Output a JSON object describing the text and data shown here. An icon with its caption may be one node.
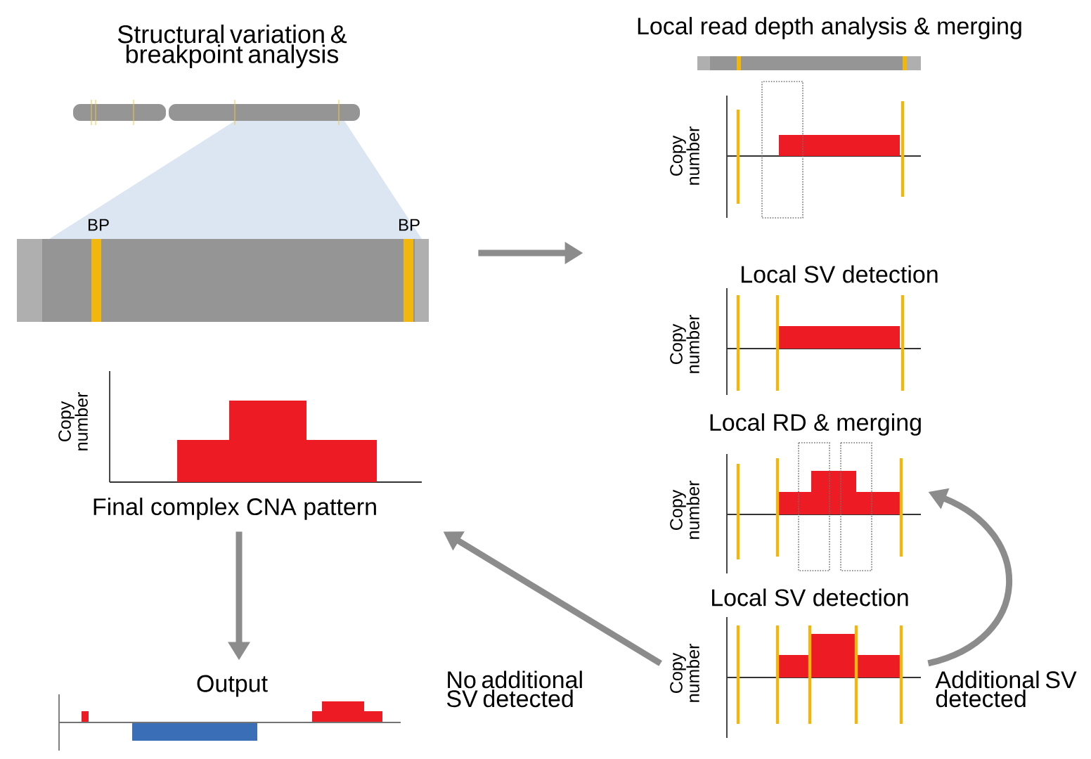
{
  "diagram": {
    "nodes": [
      {
        "text": [
          "Structural variation & breakpoint analysis"
        ]
      },
      {
        "text": [
          "Local read depth analysis & merging",
          "Copy number"
        ]
      },
      {
        "text": [
          "Local SV detection",
          "Copy number"
        ]
      },
      {
        "text": [
          "Local RD & merging",
          "Copy number"
        ]
      },
      {
        "text": [
          "Local SV detection",
          "Copy number"
        ]
      },
      {
        "text": [
          "Copy number",
          "Final complex CNA pattern"
        ]
      },
      {
        "text": [
          "Output"
        ]
      }
    ],
    "edges": [
      {
        "from": 0,
        "to": 1,
        "arrow": "to"
      },
      {
        "from": 4,
        "to": 3,
        "arrow": "to",
        "label": "Additional SV detected"
      },
      {
        "from": 4,
        "to": 5,
        "arrow": "to",
        "label": "No additional SV detected"
      },
      {
        "from": 5,
        "to": 6,
        "arrow": "to"
      }
    ],
    "labels": [
      "BP",
      "BP"
    ]
  }
}
